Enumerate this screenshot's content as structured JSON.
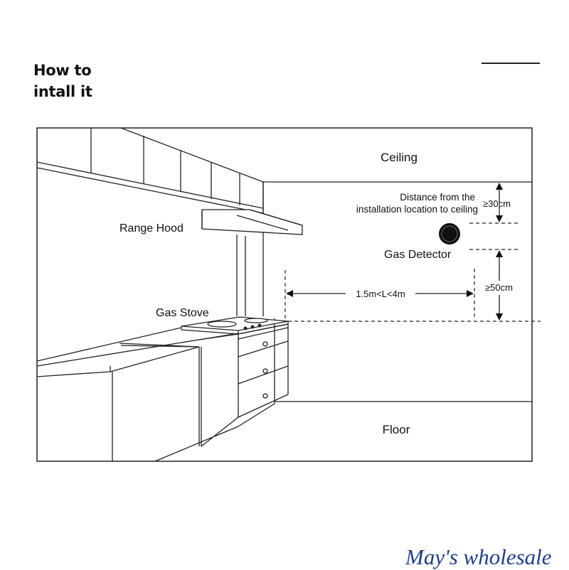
{
  "heading": {
    "line1": "How to",
    "line2": "intall it"
  },
  "labels": {
    "ceiling": "Ceiling",
    "floor": "Floor",
    "range_hood": "Range Hood",
    "gas_stove": "Gas Stove",
    "gas_detector": "Gas Detector",
    "distance_line1": "Distance from the",
    "distance_line2": "installation location to ceiling",
    "dim_30": "≥30cm",
    "dim_50": "≥50cm",
    "dim_L": "1.5m<L<4m"
  },
  "watermark": "May's wholesale"
}
